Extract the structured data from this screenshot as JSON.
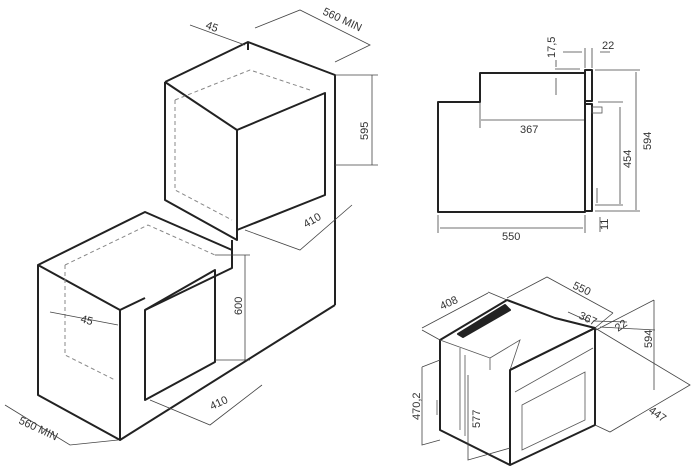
{
  "left_view": {
    "upper_depth_offset": "45",
    "upper_width": "560 MIN",
    "upper_height": "595",
    "upper_depth": "410",
    "lower_height": "600",
    "lower_depth_offset": "45",
    "lower_depth": "410",
    "lower_width": "560 MIN"
  },
  "side_view": {
    "top_gap": "17,5",
    "door_thickness": "22",
    "body_depth_upper": "367",
    "front_height": "454",
    "total_height": "594",
    "bottom_gap": "11",
    "total_depth": "550"
  },
  "iso_view": {
    "width": "408",
    "depth": "550",
    "upper_depth": "367",
    "door_thickness": "22",
    "height": "594",
    "side_height": "470,2",
    "body_height": "577",
    "front_width": "447"
  },
  "colors": {
    "line": "#222222",
    "dimension": "#444444"
  }
}
